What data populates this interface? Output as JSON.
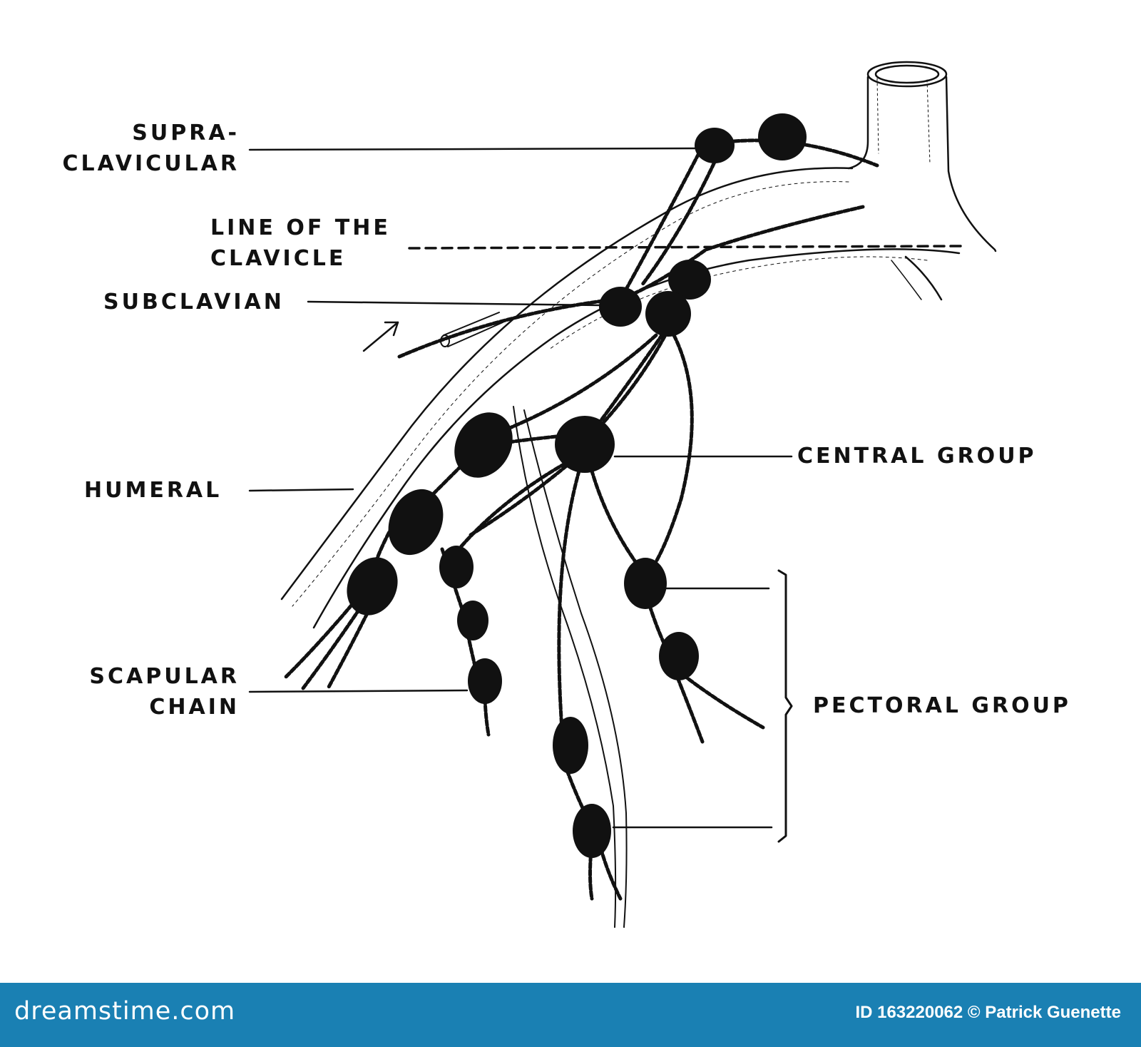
{
  "labels": {
    "supraclavicular": [
      "SUPRA-",
      "CLAVICULAR"
    ],
    "line_of_clavicle": [
      "LINE OF THE",
      "CLAVICLE"
    ],
    "subclavian": "SUBCLAVIAN",
    "humeral": "HUMERAL",
    "scapular_chain": [
      "SCAPULAR",
      "CHAIN"
    ],
    "central_group": "CENTRAL GROUP",
    "pectoral_group": "PECTORAL GROUP"
  },
  "footer": {
    "logo": "dreamstime.com",
    "credit": "ID 163220062 © Patrick Guenette"
  },
  "colors": {
    "ink": "#111111",
    "footer_background": "#1a80b3",
    "footer_text": "#ffffff"
  }
}
